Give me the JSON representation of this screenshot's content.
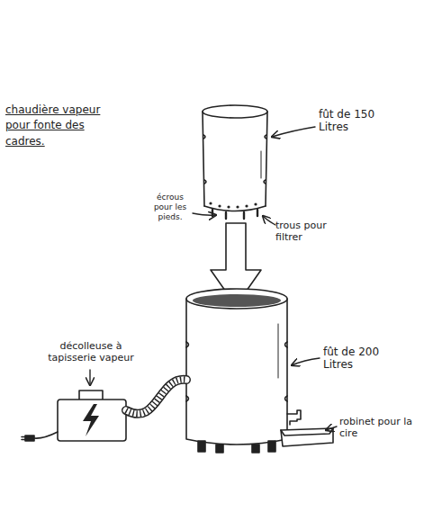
{
  "diagram": {
    "title": "chaudière vapeur pour fonte des cadres.",
    "labels": [
      "fût de 150 Litres",
      "écrous pour les pieds.",
      "trous pour filtrer",
      "fût de 200 Litres",
      "décolleuse à tapisserie vapeur",
      "robinet pour la cire"
    ]
  }
}
